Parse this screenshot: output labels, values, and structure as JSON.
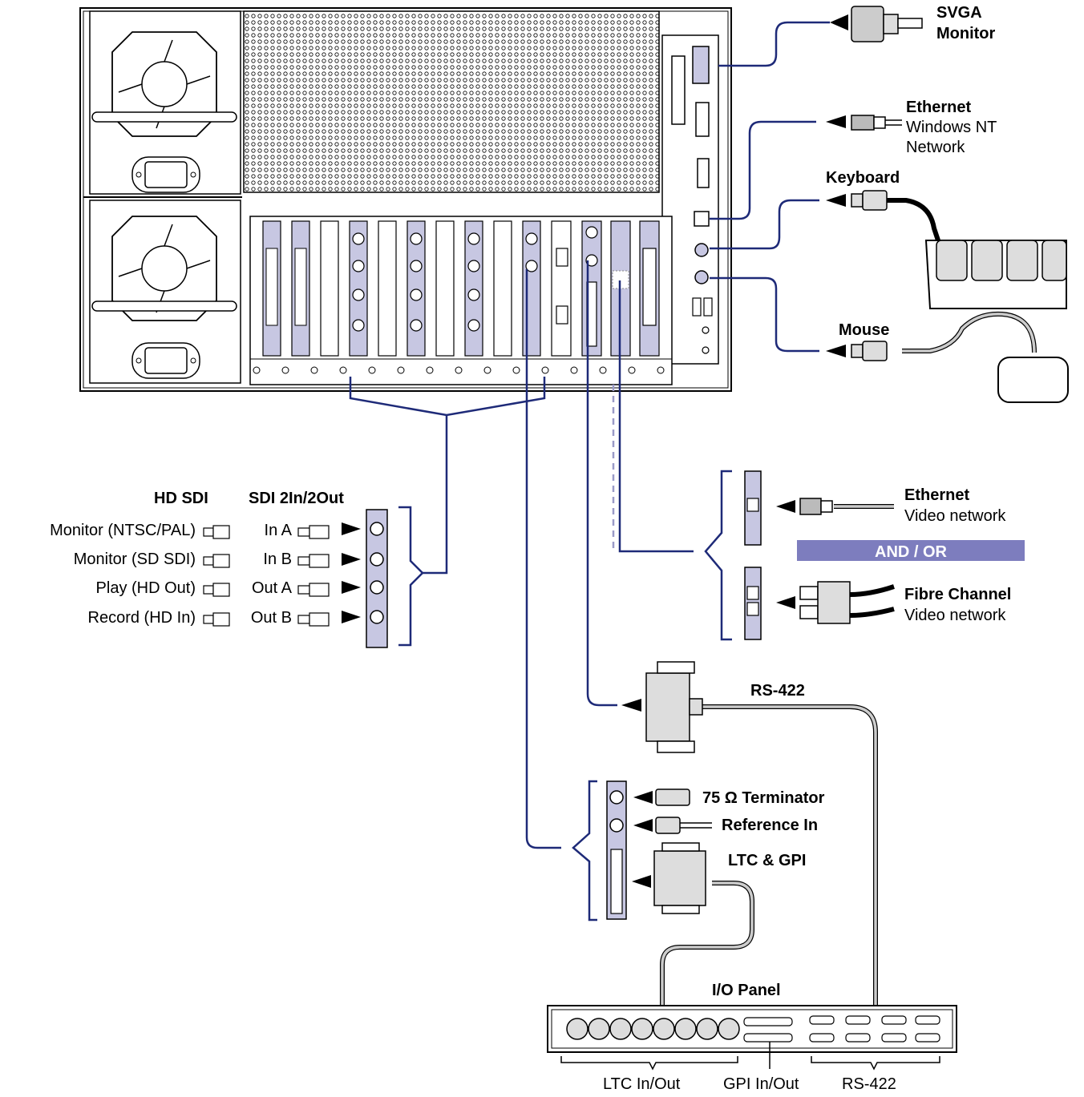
{
  "labels": {
    "svga_1": "SVGA",
    "svga_2": "Monitor",
    "eth_title": "Ethernet",
    "eth_line2": "Windows NT",
    "eth_line3": "Network",
    "keyboard": "Keyboard",
    "mouse": "Mouse",
    "hdsdi_title": "HD SDI",
    "sdi_title": "SDI 2In/2Out",
    "hd_rows": [
      "Monitor (NTSC/PAL)",
      "Monitor (SD SDI)",
      "Play (HD Out)",
      "Record (HD In)"
    ],
    "sdi_rows": [
      "In A",
      "In B",
      "Out A",
      "Out B"
    ],
    "eth_video_title": "Ethernet",
    "eth_video_sub": "Video network",
    "and_or": "AND / OR",
    "fc_title": "Fibre Channel",
    "fc_sub": "Video network",
    "rs422_cable": "RS-422",
    "terminator": "75 Ω Terminator",
    "reference": "Reference In",
    "ltc_gpi": "LTC & GPI",
    "io_panel": "I/O Panel",
    "ltc_io": "LTC In/Out",
    "gpi_io": "GPI In/Out",
    "rs422_bottom": "RS-422"
  },
  "colors": {
    "cable_blue": "#1e2a78",
    "card_lavender": "#c7c7e2",
    "band_purple": "#7d7dbe",
    "outline": "#000000"
  }
}
